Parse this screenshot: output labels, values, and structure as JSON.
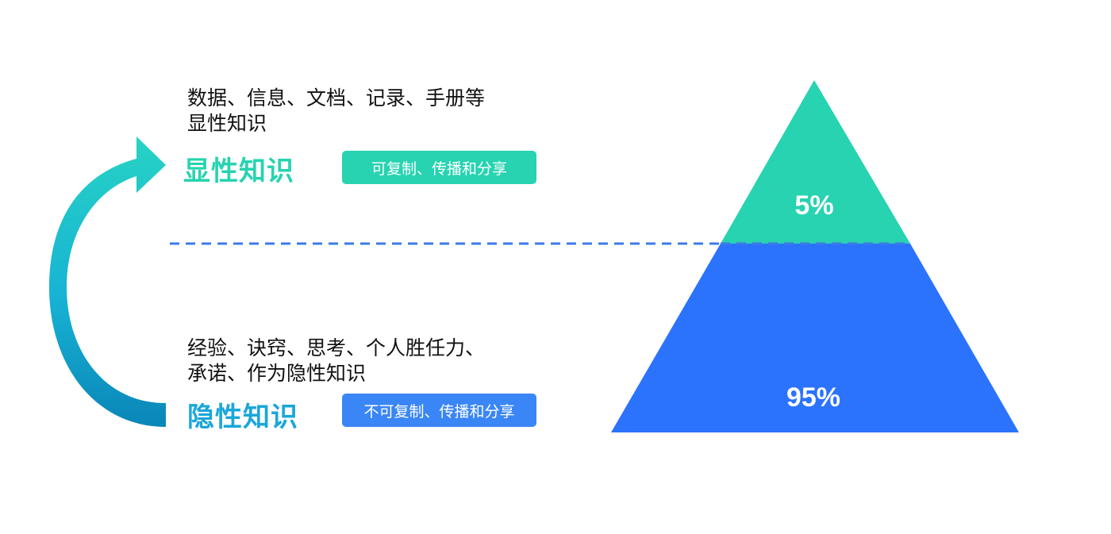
{
  "explicit": {
    "description": "数据、信息、文档、记录、手册等\n显性知识",
    "title": "显性知识",
    "badge": "可复制、传播和分享",
    "percent": "5%"
  },
  "tacit": {
    "description": "经验、诀窍、思考、个人胜任力、\n承诺、作为隐性知识",
    "title": "隐性知识",
    "badge": "不可复制、传播和分享",
    "percent": "95%"
  },
  "colors": {
    "teal": "#27d3b0",
    "blue": "#2b73fd",
    "dash": "#3b7be8",
    "cyan": "#1aa7d9",
    "arrow_top": "#27d3c4",
    "arrow_bottom": "#0a86b8",
    "badge_blue": "#3a86f6"
  },
  "icons": {
    "cycle_arrow": "curved-up-arrow-icon"
  }
}
